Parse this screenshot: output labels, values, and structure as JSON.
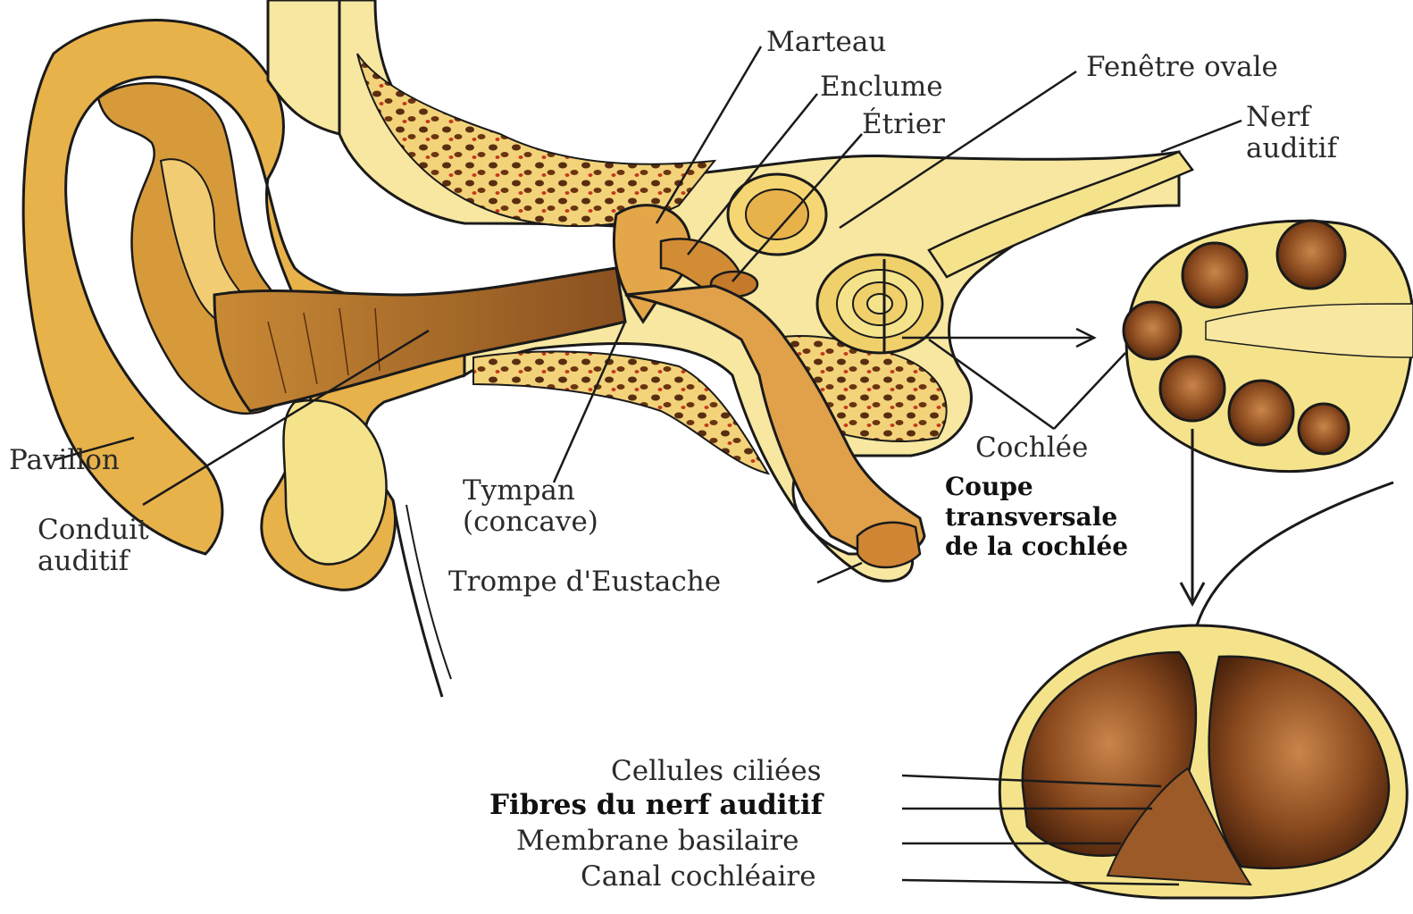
{
  "labels": {
    "marteau": "Marteau",
    "enclume": "Enclume",
    "etrier": "Étrier",
    "fenetre_ovale": "Fenêtre ovale",
    "nerf_auditif": [
      "Nerf",
      "auditif"
    ],
    "pavillon": "Pavillon",
    "conduit_auditif": [
      "Conduit",
      "auditif"
    ],
    "tympan": [
      "Tympan",
      "(concave)"
    ],
    "trompe_eustache": "Trompe d'Eustache",
    "cochlee": "Cochlée",
    "coupe": [
      "Coupe",
      "transversale",
      "de la cochlée"
    ],
    "cellules_ciliees": "Cellules ciliées",
    "fibres_nerf": "Fibres du nerf auditif",
    "membrane_basilaire": "Membrane basilaire",
    "canal_cochleaire": "Canal cochléaire"
  },
  "colors": {
    "ear_fill": "#e9b94f",
    "pale_fill": "#f7e7a0",
    "bone_fill": "#f4d57a",
    "dark_brown": "#5a2d10",
    "red_spot": "#c43a1c",
    "line": "#1a1a1a"
  }
}
